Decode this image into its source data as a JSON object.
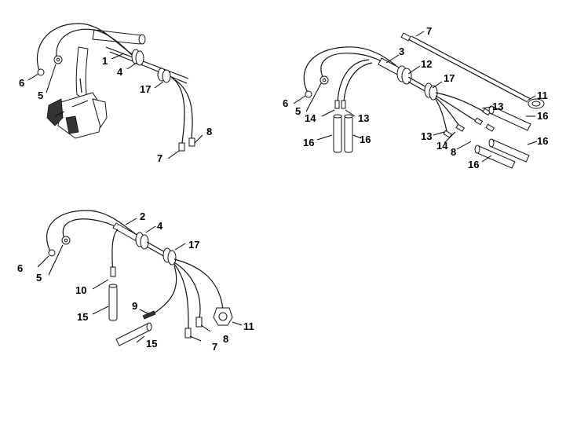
{
  "diagram": {
    "groups": [
      {
        "name": "harness-top-left",
        "callouts": [
          "1",
          "4",
          "5",
          "6",
          "7",
          "8",
          "17"
        ]
      },
      {
        "name": "harness-top-right",
        "callouts": [
          "3",
          "5",
          "6",
          "7",
          "8",
          "11",
          "12",
          "13",
          "13",
          "14",
          "14",
          "16",
          "16",
          "16",
          "16",
          "17"
        ]
      },
      {
        "name": "harness-bottom-left",
        "callouts": [
          "2",
          "4",
          "5",
          "6",
          "7",
          "8",
          "9",
          "10",
          "11",
          "15",
          "15",
          "17"
        ]
      }
    ],
    "labels": {
      "a1": "1",
      "a4": "4",
      "a5": "5",
      "a6": "6",
      "a7": "7",
      "a8": "8",
      "a17": "17",
      "b3": "3",
      "b5": "5",
      "b6": "6",
      "b7": "7",
      "b8": "8",
      "b11": "11",
      "b12": "12",
      "b13a": "13",
      "b13b": "13",
      "b14a": "14",
      "b14b": "14",
      "b13c": "13",
      "b16a": "16",
      "b16b": "16",
      "b16c": "16",
      "b16d": "16",
      "b16e": "16",
      "b17": "17",
      "c2": "2",
      "c4": "4",
      "c5": "5",
      "c6": "6",
      "c7": "7",
      "c8": "8",
      "c9": "9",
      "c10": "10",
      "c11": "11",
      "c15a": "15",
      "c15b": "15",
      "c17": "17"
    }
  }
}
